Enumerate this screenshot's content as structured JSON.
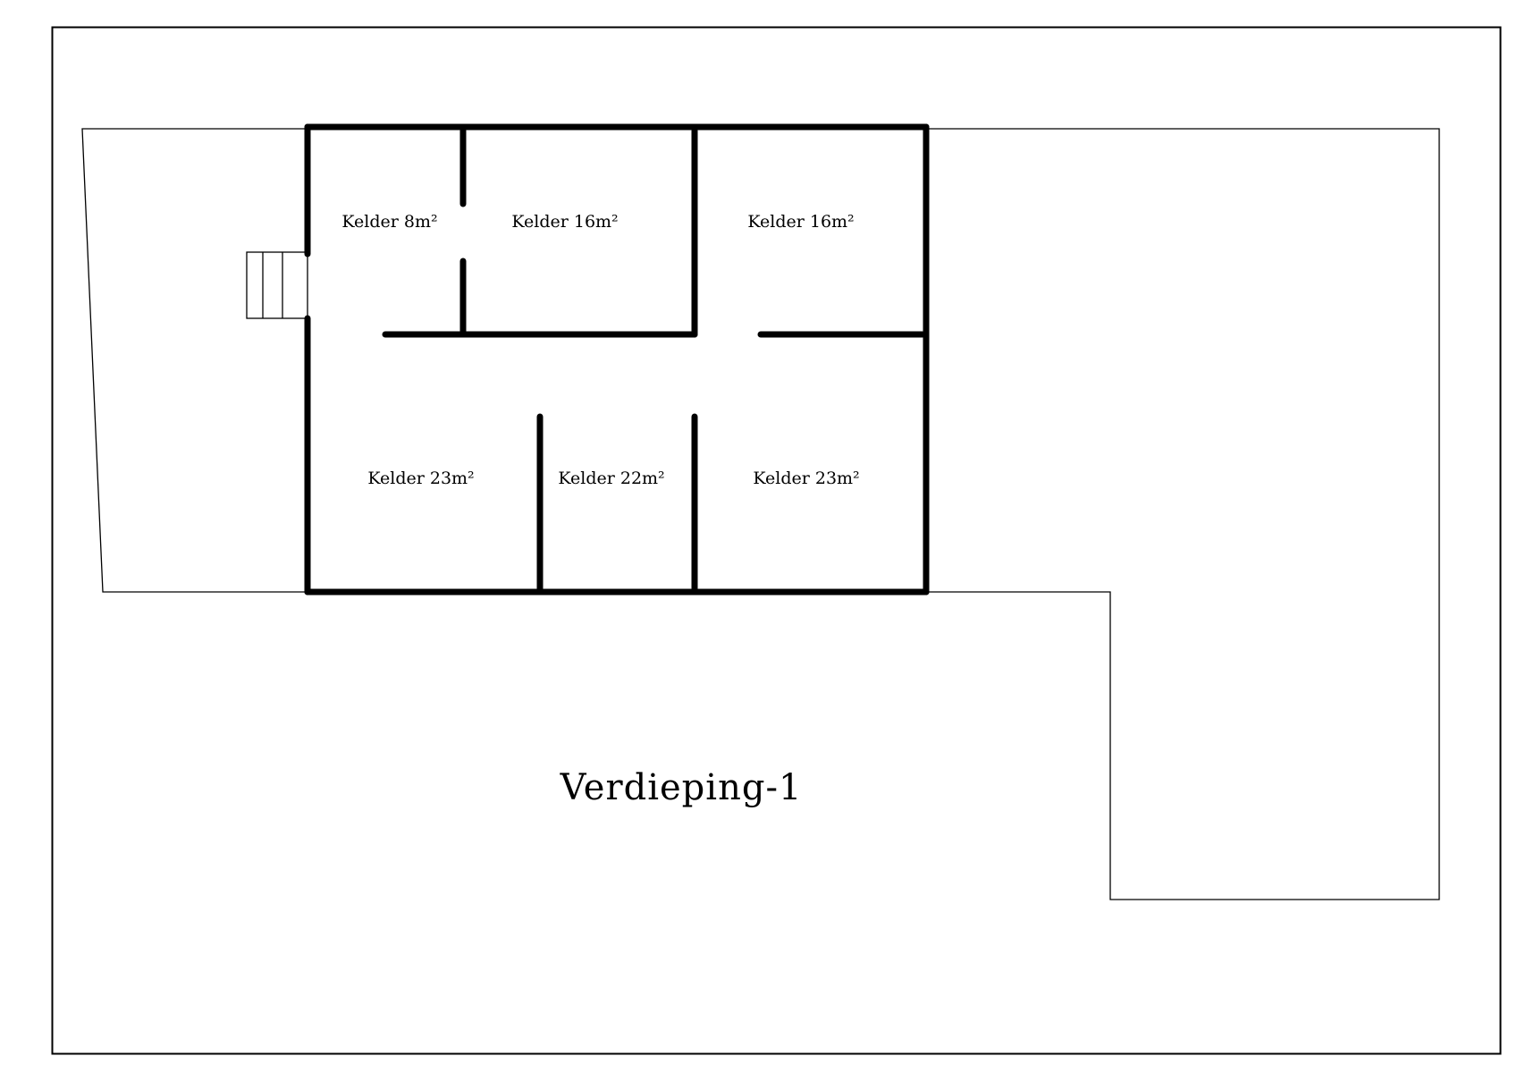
{
  "floor_title": "Verdieping-1",
  "rooms": [
    {
      "label": "Kelder 8m²"
    },
    {
      "label": "Kelder 16m²"
    },
    {
      "label": "Kelder 16m²"
    },
    {
      "label": "Kelder 23m²"
    },
    {
      "label": "Kelder 22m²"
    },
    {
      "label": "Kelder 23m²"
    }
  ],
  "colors": {
    "background": "#ffffff",
    "ink": "#000000"
  }
}
